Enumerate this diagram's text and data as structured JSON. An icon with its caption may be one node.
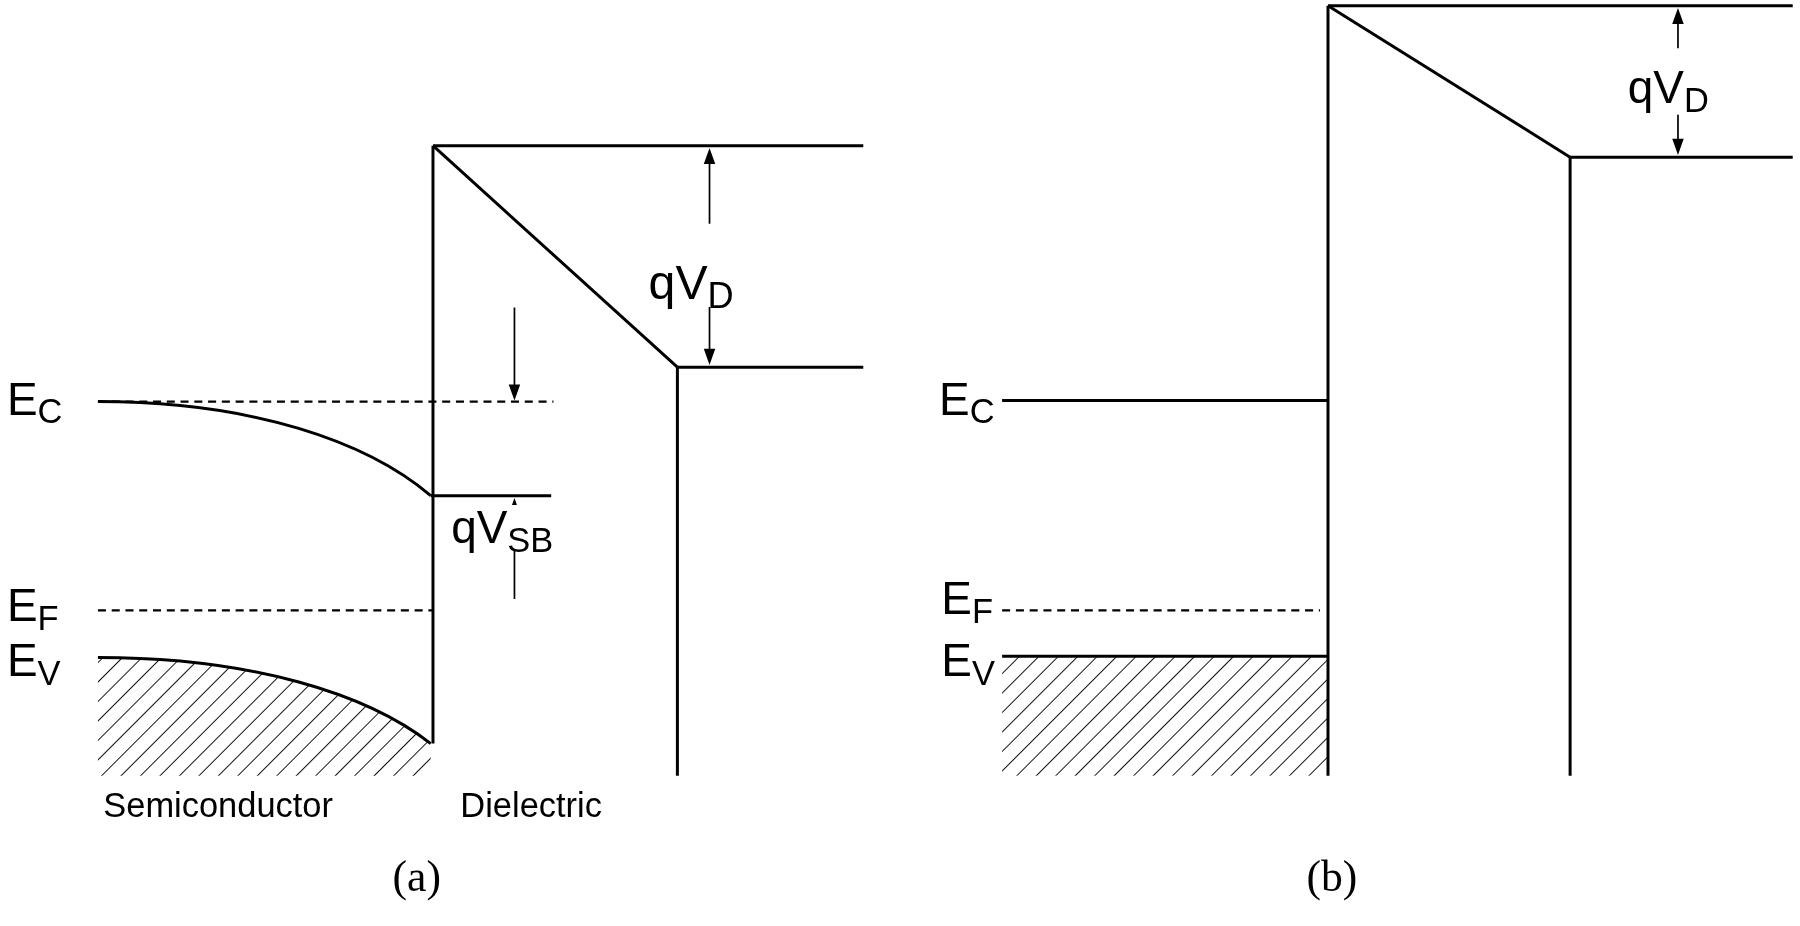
{
  "diagram": {
    "labels": [
      "E$_{C}$",
      "qV$_{D}$",
      "qV$_{SB}$",
      "E$_{F}$",
      "E$_{V}$",
      "Semiconductor",
      "Dielectric",
      "(a)",
      "qV$_{D}$",
      "E$_{C}$",
      "E$_{F}$",
      "E$_{V}$",
      "(b)"
    ]
  }
}
